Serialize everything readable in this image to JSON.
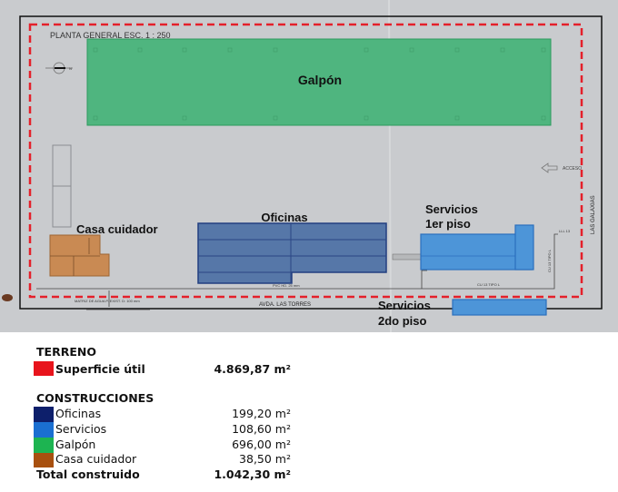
{
  "plan": {
    "title": "PLANTA GENERAL ESC. 1 : 250",
    "buildings": {
      "galpon": "Galpón",
      "casa": "Casa cuidador",
      "oficinas": "Oficinas",
      "servicios1_line1": "Servicios",
      "servicios1_line2": "1er piso",
      "servicios2_line1": "Servicios",
      "servicios2_line2": "2do piso"
    },
    "annotations": {
      "access": "ACCESO",
      "street_bottom": "AVDA. LAS TORRES",
      "street_right": "LAS GALAXIAS",
      "pvc": "PVC HD. 25 mm",
      "cu_horizontal": "CU 13 TIPO L",
      "cu_vertical": "CU 13 TIPO L",
      "llave": "LLL 13",
      "matriz": "MATRIZ DE AGUA P. EXIST. D: 100 mm",
      "north": "N"
    }
  },
  "legend": {
    "terreno": {
      "heading": "TERRENO",
      "label": "Superficie útil",
      "value": "4.869,87 m²",
      "color": "#e8141c"
    },
    "construcciones": {
      "heading": "CONSTRUCCIONES",
      "items": [
        {
          "label": "Oficinas",
          "value": "199,20 m²",
          "color": "#0d1f6b"
        },
        {
          "label": "Servicios",
          "value": "108,60 m²",
          "color": "#1a6fd1"
        },
        {
          "label": "Galpón",
          "value": "696,00 m²",
          "color": "#1db451"
        },
        {
          "label": "Casa cuidador",
          "value": "38,50 m²",
          "color": "#a8500f"
        }
      ],
      "total_label": "Total construido",
      "total_value": "1.042,30 m²"
    }
  }
}
